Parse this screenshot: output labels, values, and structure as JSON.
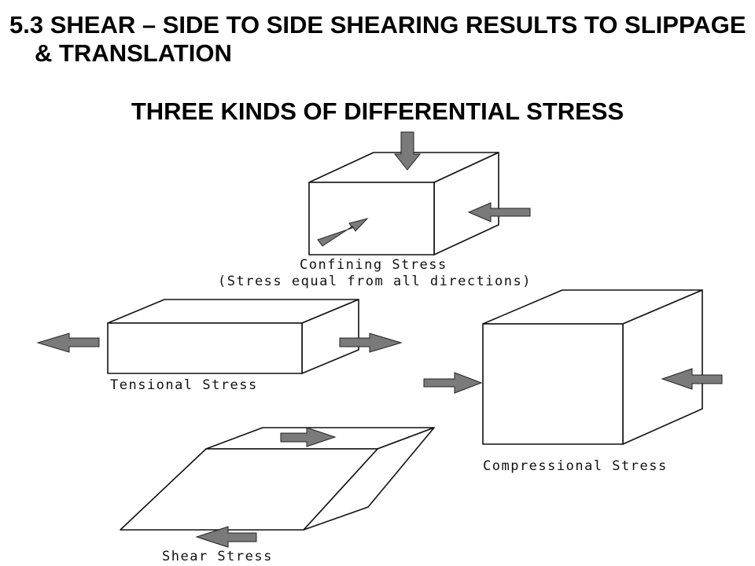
{
  "slide": {
    "title": "5.3 SHEAR – SIDE TO SIDE SHEARING RESULTS TO SLIPPAGE & TRANSLATION",
    "subtitle": "THREE KINDS OF DIFFERENTIAL STRESS"
  },
  "diagram": {
    "confining": {
      "label": "Confining Stress",
      "sublabel": "(Stress equal from all directions)"
    },
    "tensional": {
      "label": "Tensional Stress"
    },
    "compressional": {
      "label": "Compressional Stress"
    },
    "shear": {
      "label": "Shear Stress"
    },
    "colors": {
      "arrow_fill": "#7a7a7a",
      "line": "#111111",
      "background": "#ffffff"
    }
  }
}
